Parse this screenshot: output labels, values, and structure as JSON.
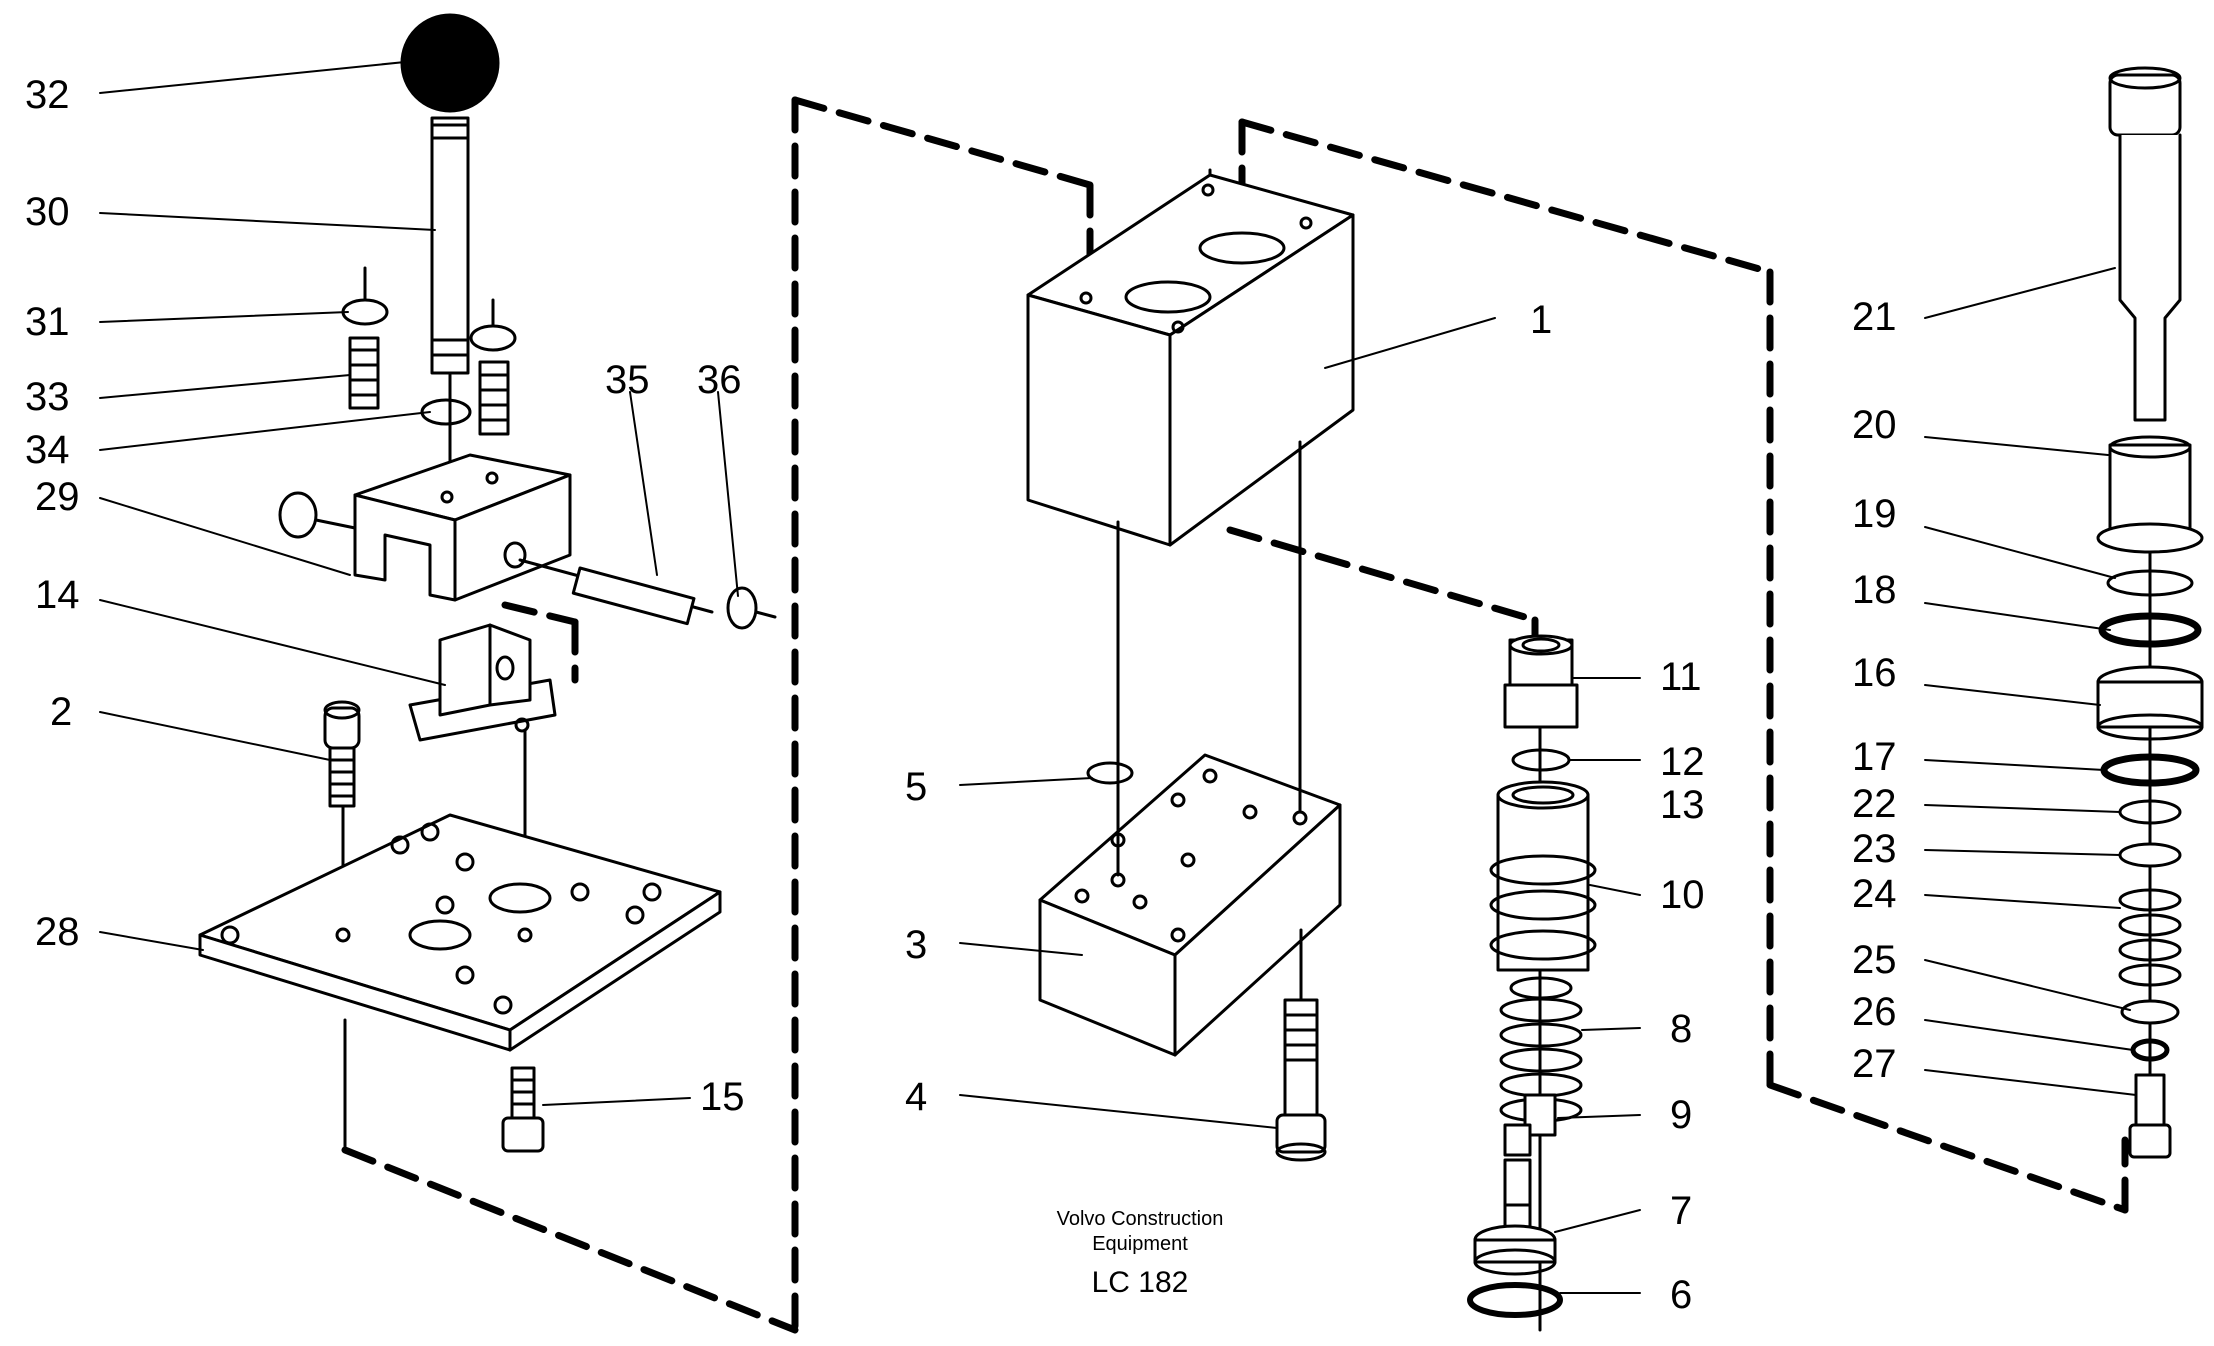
{
  "caption": {
    "line1": "Volvo Construction",
    "line2": "Equipment",
    "code": "LC 182"
  },
  "callouts": {
    "n1": "1",
    "n2": "2",
    "n3": "3",
    "n4": "4",
    "n5": "5",
    "n6": "6",
    "n7": "7",
    "n8": "8",
    "n9": "9",
    "n10": "10",
    "n11": "11",
    "n12": "12",
    "n13": "13",
    "n14": "14",
    "n15": "15",
    "n16": "16",
    "n17": "17",
    "n18": "18",
    "n19": "19",
    "n20": "20",
    "n21": "21",
    "n22": "22",
    "n23": "23",
    "n24": "24",
    "n25": "25",
    "n26": "26",
    "n27": "27",
    "n28": "28",
    "n29": "29",
    "n30": "30",
    "n31": "31",
    "n32": "32",
    "n33": "33",
    "n34": "34",
    "n35": "35",
    "n36": "36"
  },
  "colors": {
    "ink": "#000000",
    "paper": "#ffffff"
  }
}
